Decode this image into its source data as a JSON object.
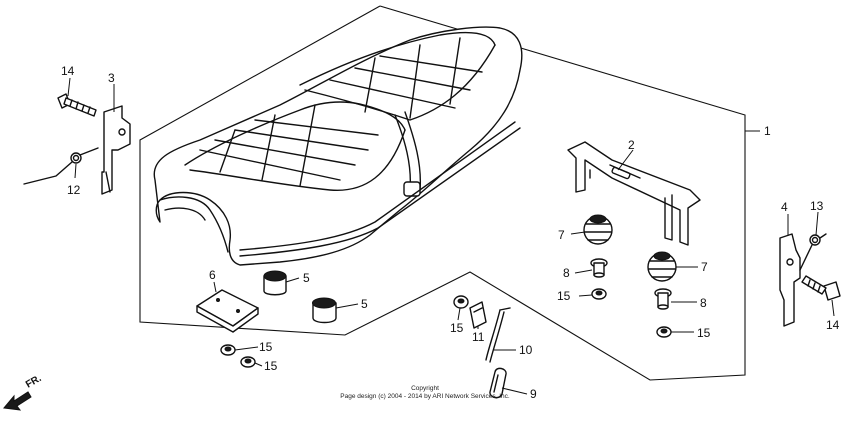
{
  "callouts": {
    "c1": "1",
    "c2": "2",
    "c3": "3",
    "c4": "4",
    "c5a": "5",
    "c5b": "5",
    "c6": "6",
    "c7a": "7",
    "c7b": "7",
    "c8a": "8",
    "c8b": "8",
    "c9": "9",
    "c10": "10",
    "c11": "11",
    "c12": "12",
    "c13": "13",
    "c14a": "14",
    "c14b": "14",
    "c15a": "15",
    "c15b": "15",
    "c15c": "15",
    "c15d": "15",
    "c15e": "15"
  },
  "direction_label": "FR.",
  "copyright": {
    "line1": "Copyright",
    "line2": "Page design (c) 2004 - 2014 by ARI Network Services, Inc."
  }
}
